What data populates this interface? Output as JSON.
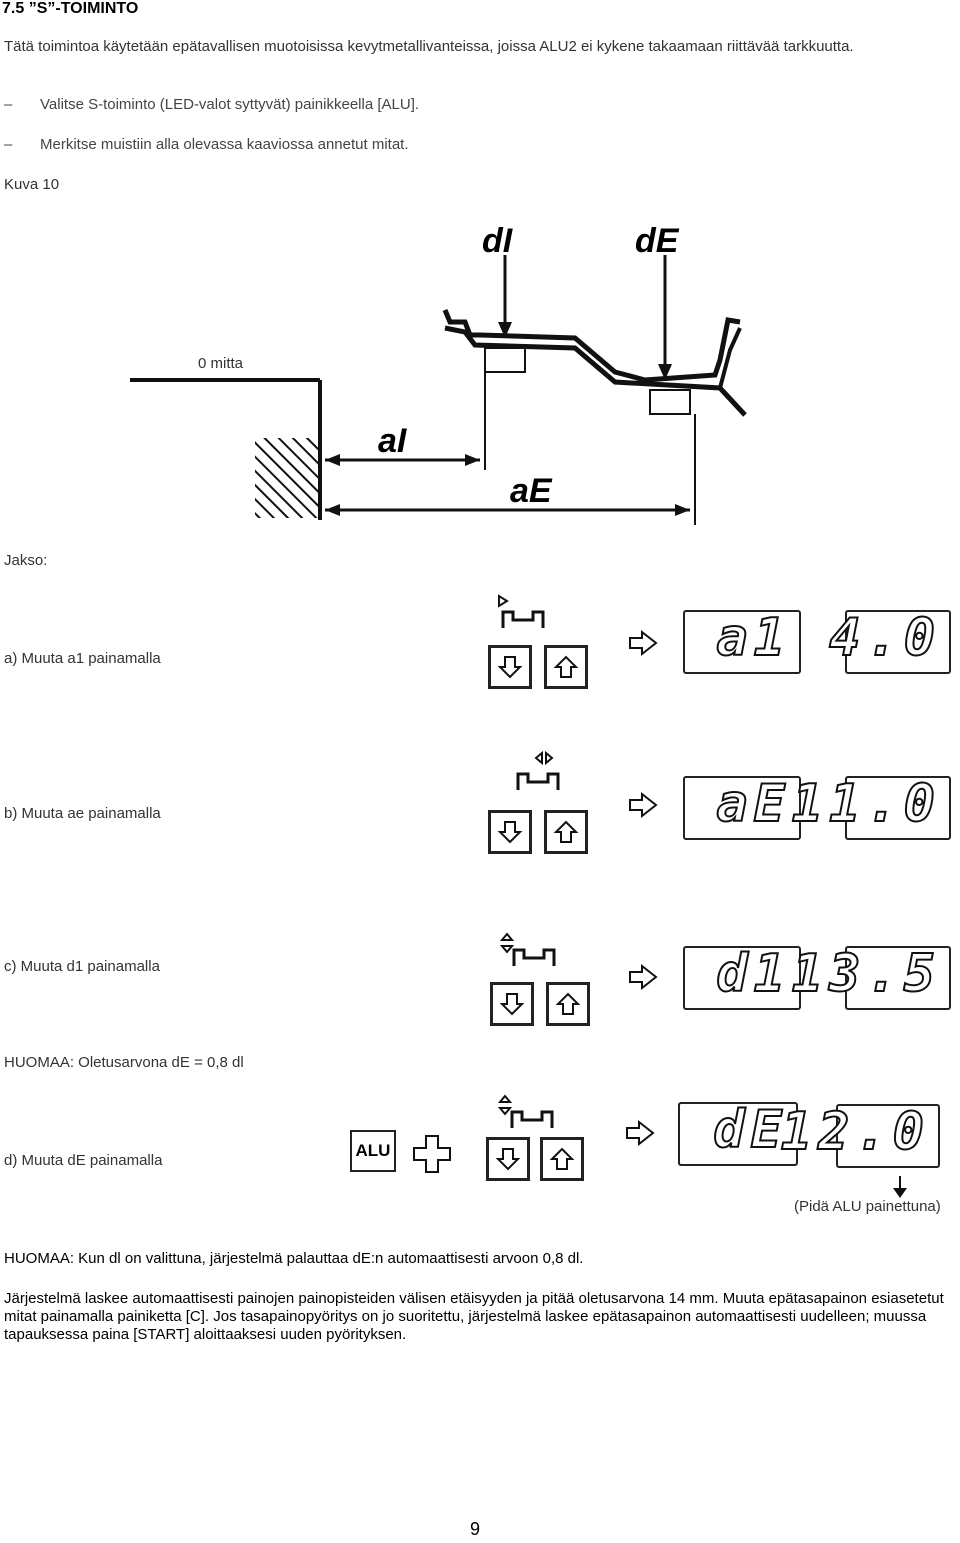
{
  "heading": "7.5 ”S”-TOIMINTO",
  "intro": "Tätä toimintoa käytetään epätavallisen muotoisissa kevytmetallivanteissa, joissa ALU2 ei kykene takaamaan riittävää tarkkuutta.",
  "bullets": [
    "Valitse S-toiminto (LED-valot syttyvät) painikkeella [ALU].",
    "Merkitse muistiin alla olevassa kaaviossa annetut mitat."
  ],
  "bullet_dash": "–",
  "figure_caption": "Kuva 10",
  "diagram": {
    "label_dI": "dI",
    "label_dE": "dE",
    "label_zero": "0 mitta",
    "label_aI": "aI",
    "label_aE": "aE"
  },
  "sequence_label": "Jakso:",
  "steps": [
    {
      "text": "a) Muuta a1 painamalla",
      "display_left": "a1",
      "display_right": "4.0"
    },
    {
      "text": "b) Muuta ae painamalla",
      "display_left": "aE",
      "display_right": "11.0"
    },
    {
      "text": "c) Muuta d1 painamalla",
      "display_left": "d1",
      "display_right": "13.5"
    },
    {
      "text": "d) Muuta dE painamalla",
      "display_left": "dE",
      "display_right": "12.0"
    }
  ],
  "note_default": "HUOMAA: Oletusarvona dE = 0,8 dl",
  "alu_key": "ALU",
  "hold_note": "(Pidä ALU painettuna)",
  "note_reset": "HUOMAA: Kun dl on valittuna, järjestelmä palauttaa dE:n automaattisesti arvoon 0,8 dl.",
  "final_paragraph": "Järjestelmä laskee automaattisesti painojen painopisteiden välisen etäisyyden ja pitää oletusarvona 14 mm. Muuta epätasapainon esiasetetut mitat painamalla painiketta [C]. Jos tasapainopyöritys on jo suoritettu, järjestelmä laskee epätasapainon automaattisesti uudelleen; muussa tapauksessa paina [START] aloittaaksesi uuden pyörityksen.",
  "page_number": "9"
}
